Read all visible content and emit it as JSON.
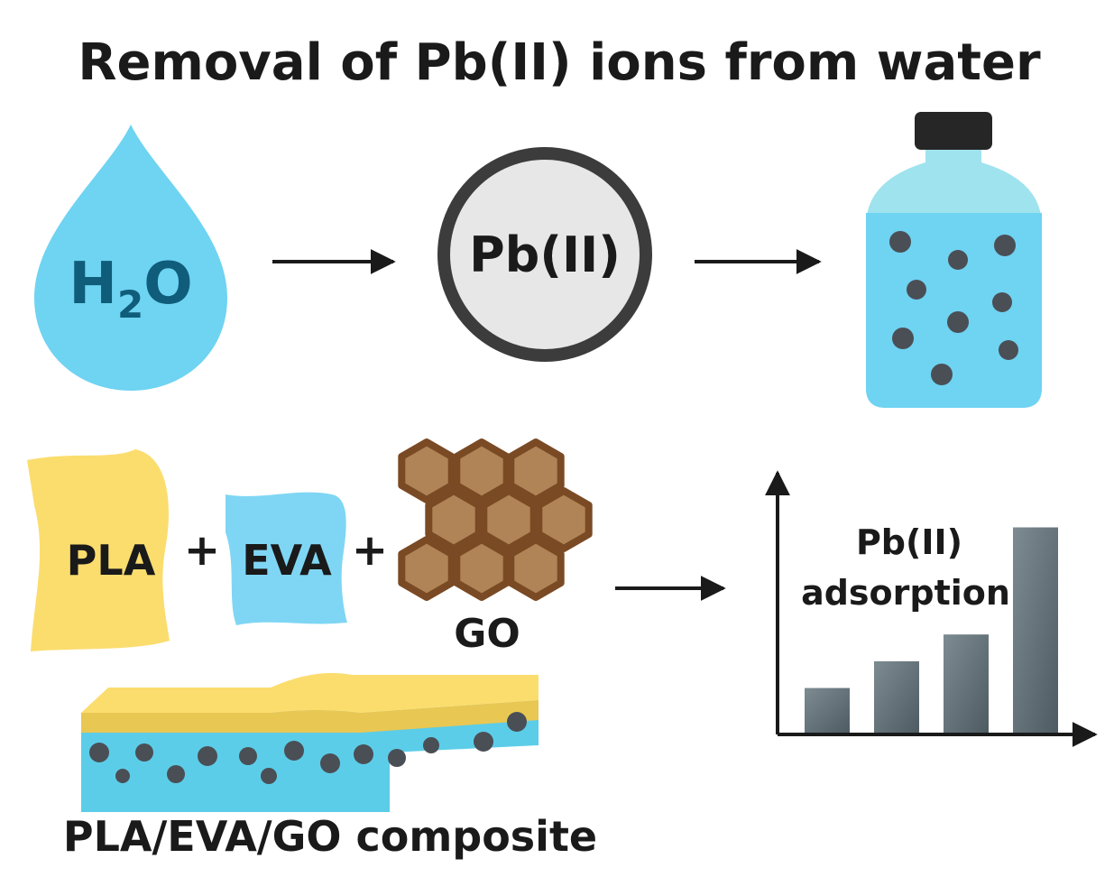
{
  "title": "Removal of Pb(II) ions from water",
  "top_row": {
    "water_drop": {
      "main": "H",
      "subscript": "2",
      "tail": "O"
    },
    "ion_circle_label": "Pb(II)"
  },
  "materials": {
    "pla": "PLA",
    "plus_1": "+",
    "eva": "EVA",
    "plus_2": "+",
    "go": "GO",
    "composite_caption": "PLA/EVA/GO composite"
  },
  "chart_data": {
    "type": "bar",
    "categories": [
      "",
      "",
      "",
      ""
    ],
    "values": [
      1,
      1.6,
      2.2,
      4.6
    ],
    "label_line1": "Pb(II)",
    "label_line2": "adsorption",
    "ylim": [
      0,
      5.5
    ],
    "grid": false
  },
  "colors": {
    "water_blue": "#6fd3f2",
    "water_text": "#0f5d7a",
    "pla_yellow": "#fbdd6e",
    "eva_blue": "#7fd6f4",
    "go_brown": "#b08456",
    "go_outline": "#7a4a24",
    "ion_dark": "#4a4f55",
    "circle_fill": "#e7e7e7",
    "bottle_cap": "#262626",
    "bottle_top": "#9fe3ee",
    "bar_gradient_start": "#4e5b62",
    "bar_gradient_end": "#7d8b92"
  }
}
